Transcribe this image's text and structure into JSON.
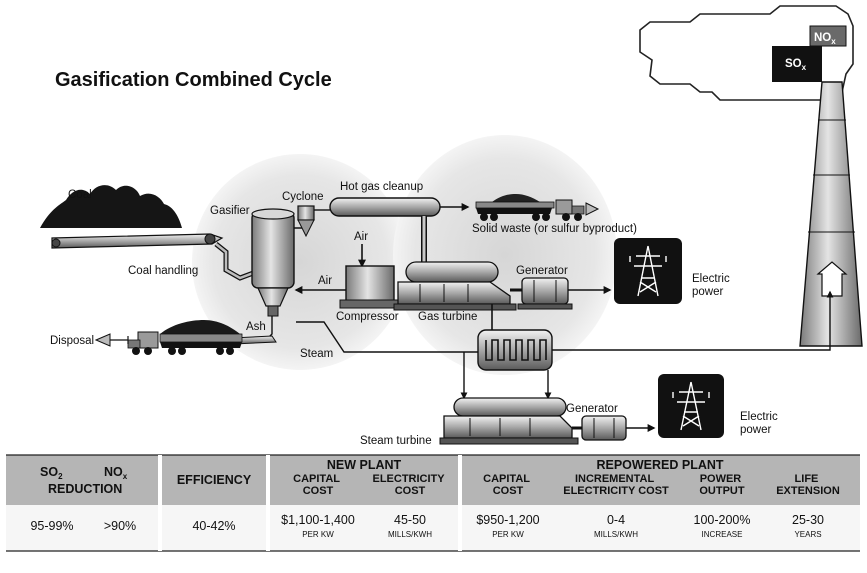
{
  "title": "Gasification Combined Cycle",
  "labels": {
    "coal": "Coal",
    "gasifier": "Gasifier",
    "cyclone": "Cyclone",
    "hot_gas_cleanup": "Hot gas cleanup",
    "solid_waste": "Solid waste (or sulfur byproduct)",
    "coal_handling": "Coal handling",
    "air_top": "Air",
    "air_left": "Air",
    "generator_top": "Generator",
    "electric_power_top": [
      "Electric",
      "power"
    ],
    "compressor": "Compressor",
    "gas_turbine": "Gas turbine",
    "ash": "Ash",
    "disposal": "Disposal",
    "steam": "Steam",
    "generator_bottom": "Generator",
    "electric_power_bottom": [
      "Electric",
      "power"
    ],
    "steam_turbine": "Steam turbine",
    "so": "SO",
    "so_sub": "x",
    "no": "NO",
    "no_sub": "x"
  },
  "table": {
    "headers": {
      "so_main": "SO",
      "so_sub": "2",
      "no_main": "NO",
      "no_sub": "x",
      "reduction": "REDUCTION",
      "efficiency": "EFFICIENCY",
      "new_plant": "NEW PLANT",
      "new_capital": [
        "CAPITAL",
        "COST"
      ],
      "new_electricity": [
        "ELECTRICITY",
        "COST"
      ],
      "repowered_plant": "REPOWERED PLANT",
      "rep_capital": [
        "CAPITAL",
        "COST"
      ],
      "rep_incremental": [
        "INCREMENTAL",
        "ELECTRICITY COST"
      ],
      "rep_power": [
        "POWER",
        "OUTPUT"
      ],
      "rep_life": [
        "LIFE",
        "EXTENSION"
      ]
    },
    "values": {
      "so2": "95-99%",
      "nox": ">90%",
      "efficiency": "40-42%",
      "new_capital": "$1,100-1,400",
      "new_capital_unit": "PER KW",
      "new_electricity": "45-50",
      "new_electricity_unit": "MILLS/KWH",
      "rep_capital": "$950-1,200",
      "rep_capital_unit": "PER KW",
      "rep_incremental": "0-4",
      "rep_incremental_unit": "MILLS/KWH",
      "rep_power": "100-200%",
      "rep_power_unit": "INCREASE",
      "rep_life": "25-30",
      "rep_life_unit": "YEARS"
    }
  }
}
